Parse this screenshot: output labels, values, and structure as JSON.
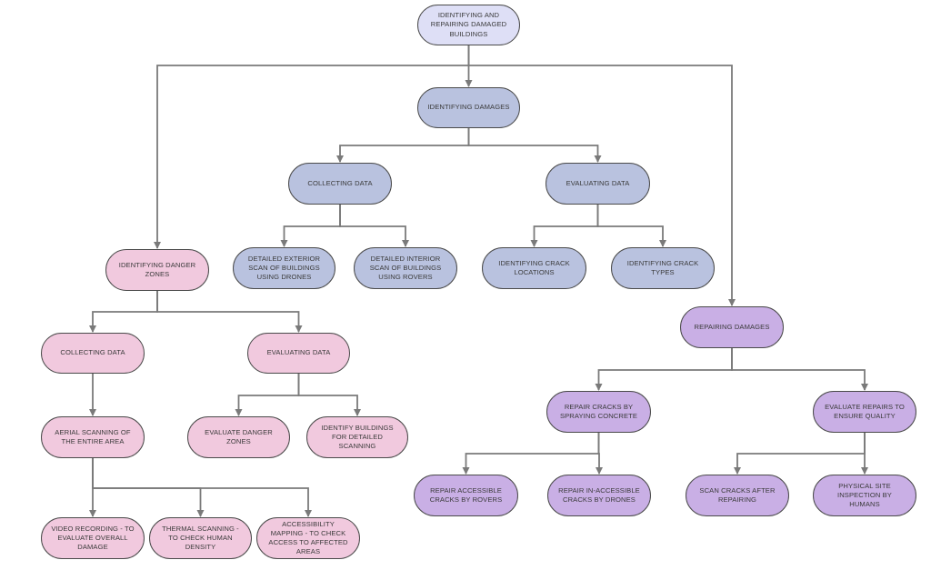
{
  "diagram": {
    "colors": {
      "root": "#dedff6",
      "identify": "#b9c2df",
      "danger": "#f1c9de",
      "repair": "#c9afe5",
      "stroke": "#4a4a4a",
      "edge": "#7a7a7a"
    },
    "nodes": {
      "root": "IDENTIFYING AND REPAIRING DAMAGED BUILDINGS",
      "identifying_damages": "IDENTIFYING DAMAGES",
      "collecting_data_1": "COLLECTING DATA",
      "evaluating_data_1": "EVALUATING DATA",
      "exterior_scan": "DETAILED EXTERIOR SCAN OF BUILDINGS USING DRONES",
      "interior_scan": "DETAILED INTERIOR SCAN OF BUILDINGS USING ROVERS",
      "crack_locations": "IDENTIFYING CRACK LOCATIONS",
      "crack_types": "IDENTIFYING CRACK TYPES",
      "danger_zones": "IDENTIFYING DANGER ZONES",
      "collecting_data_2": "COLLECTING DATA",
      "evaluating_data_2": "EVALUATING DATA",
      "aerial_scanning": "AERIAL SCANNING OF THE ENTIRE AREA",
      "evaluate_danger_zones": "EVALUATE DANGER ZONES",
      "identify_buildings": "IDENTIFY BUILDINGS FOR DETAILED SCANNING",
      "video_recording": "VIDEO RECORDING - TO EVALUATE OVERALL DAMAGE",
      "thermal_scanning": "THERMAL SCANNING - TO CHECK HUMAN DENSITY",
      "accessibility_mapping": "ACCESSIBILITY MAPPING - TO CHECK ACCESS TO AFFECTED AREAS",
      "repairing_damages": "REPAIRING DAMAGES",
      "repair_cracks": "REPAIR CRACKS BY SPRAYING CONCRETE",
      "evaluate_repairs": "EVALUATE REPAIRS TO ENSURE QUALITY",
      "repair_accessible": "REPAIR ACCESSIBLE CRACKS BY ROVERS",
      "repair_inaccessible": "REPAIR IN-ACCESSIBLE CRACKS BY DRONES",
      "scan_after": "SCAN CRACKS AFTER REPAIRING",
      "physical_inspection": "PHYSICAL SITE INSPECTION BY HUMANS"
    },
    "edges": [
      [
        "root",
        "identifying_damages"
      ],
      [
        "root",
        "danger_zones"
      ],
      [
        "root",
        "repairing_damages"
      ],
      [
        "identifying_damages",
        "collecting_data_1"
      ],
      [
        "identifying_damages",
        "evaluating_data_1"
      ],
      [
        "collecting_data_1",
        "exterior_scan"
      ],
      [
        "collecting_data_1",
        "interior_scan"
      ],
      [
        "evaluating_data_1",
        "crack_locations"
      ],
      [
        "evaluating_data_1",
        "crack_types"
      ],
      [
        "danger_zones",
        "collecting_data_2"
      ],
      [
        "danger_zones",
        "evaluating_data_2"
      ],
      [
        "collecting_data_2",
        "aerial_scanning"
      ],
      [
        "evaluating_data_2",
        "evaluate_danger_zones"
      ],
      [
        "evaluating_data_2",
        "identify_buildings"
      ],
      [
        "aerial_scanning",
        "video_recording"
      ],
      [
        "aerial_scanning",
        "thermal_scanning"
      ],
      [
        "aerial_scanning",
        "accessibility_mapping"
      ],
      [
        "repairing_damages",
        "repair_cracks"
      ],
      [
        "repairing_damages",
        "evaluate_repairs"
      ],
      [
        "repair_cracks",
        "repair_accessible"
      ],
      [
        "repair_cracks",
        "repair_inaccessible"
      ],
      [
        "evaluate_repairs",
        "scan_after"
      ],
      [
        "evaluate_repairs",
        "physical_inspection"
      ]
    ]
  }
}
